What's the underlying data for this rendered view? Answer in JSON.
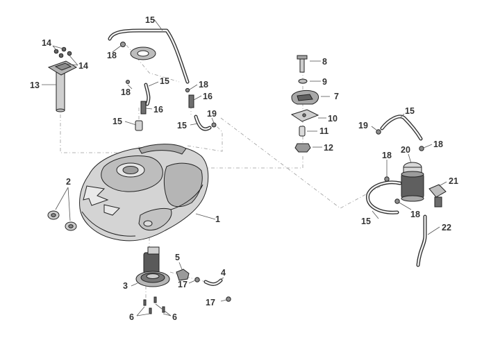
{
  "labels": {
    "l1": "1",
    "l2": "2",
    "l3": "3",
    "l4": "4",
    "l5": "5",
    "l6a": "6",
    "l6b": "6",
    "l7": "7",
    "l8": "8",
    "l9": "9",
    "l10": "10",
    "l11": "11",
    "l12": "12",
    "l13": "13",
    "l14a": "14",
    "l14b": "14",
    "l15a": "15",
    "l15b": "15",
    "l15c": "15",
    "l15d": "15",
    "l15e": "15",
    "l15f": "15",
    "l16a": "16",
    "l16b": "16",
    "l17a": "17",
    "l17b": "17",
    "l18a": "18",
    "l18b": "18",
    "l18c": "18",
    "l18d": "18",
    "l18e": "18",
    "l18f": "18",
    "l19a": "19",
    "l19b": "19",
    "l20": "20",
    "l21": "21",
    "l22": "22"
  },
  "colors": {
    "line": "#222222",
    "label": "#333333",
    "tank_fill": "#cfcfcf",
    "dash": "#9a9a9a"
  }
}
